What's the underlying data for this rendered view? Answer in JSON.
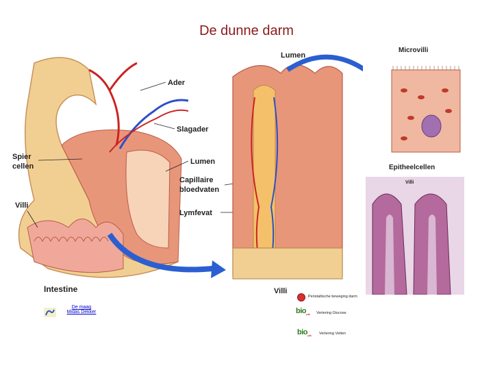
{
  "title": "De dunne darm",
  "figure_labels": {
    "ader": "Ader",
    "slagader": "Slagader",
    "lumen_left": "Lumen",
    "spier_line1": "Spier",
    "spier_line2": "cellen",
    "villi_left": "Villi",
    "capillaire_line1": "Capillaire",
    "capillaire_line2": "bloedvaten",
    "lymfevat": "Lymfevat",
    "intestine": "Intestine",
    "lumen_top": "Lumen",
    "villi_bottom": "Villi",
    "microvilli": "Microvilli",
    "epitheel": "Epitheelcellen",
    "histo_villi": "Villi"
  },
  "links": {
    "maag_line1": "De maag",
    "maag_line2": "Midas Dekker"
  },
  "nav": {
    "peristaltiek": "Peristaltische beweging darm",
    "glucose": "Vertering Glucose",
    "vetten": "Vertering Vetten",
    "bio_logo": "bio",
    "bio_sub": "pdfs"
  },
  "colors": {
    "title": "#8b1a1a",
    "arrow_blue": "#2b5fd1",
    "tissue": "#e8967a",
    "link": "#0000cc"
  }
}
